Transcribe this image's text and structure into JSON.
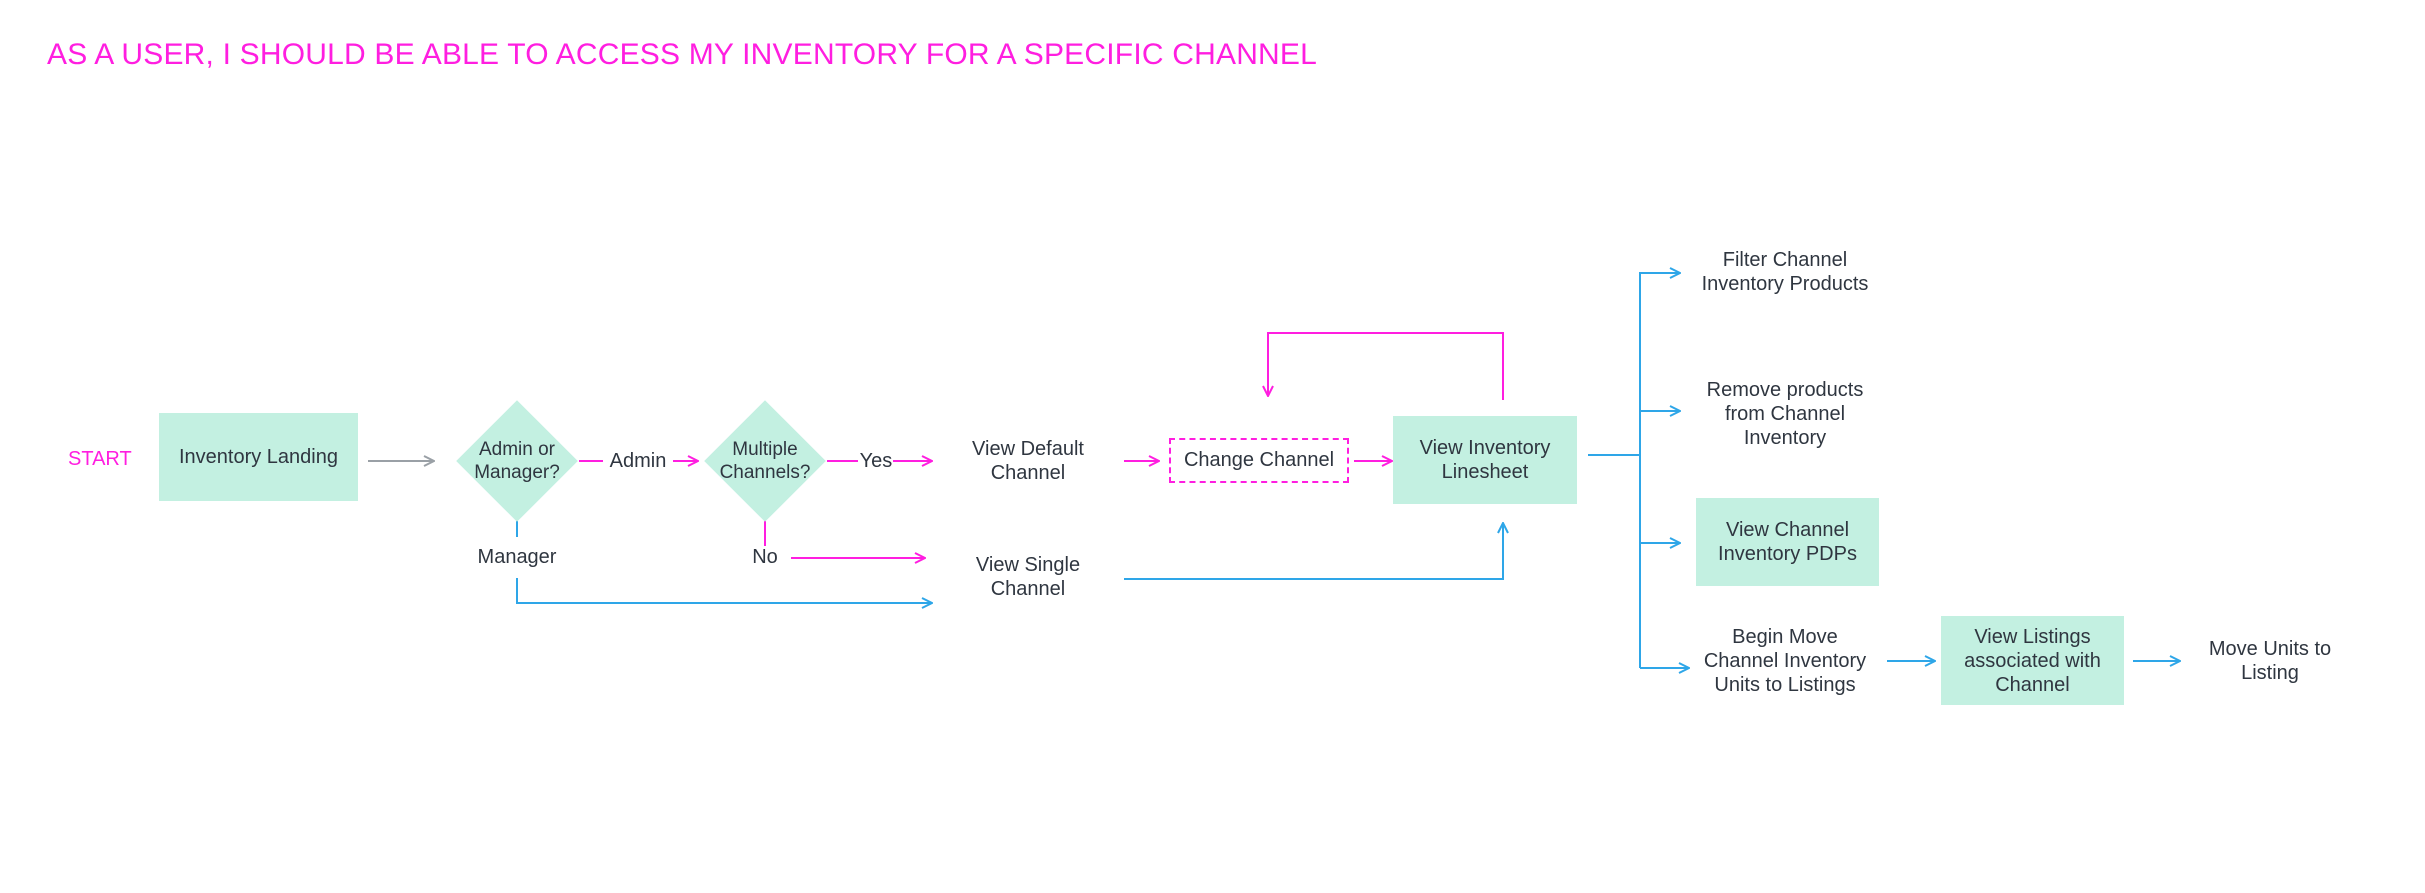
{
  "title": "AS A USER, I SHOULD BE ABLE TO ACCESS MY INVENTORY FOR A SPECIFIC CHANNEL",
  "nodes": {
    "start": "START",
    "inventory_landing": "Inventory Landing",
    "admin_or_manager": "Admin or\nManager?",
    "multiple_channels": "Multiple\nChannels?",
    "view_default_channel": "View Default\nChannel",
    "view_single_channel": "View Single\nChannel",
    "change_channel": "Change Channel",
    "view_inventory_linesheet": "View Inventory\nLinesheet",
    "filter_channel_inventory": "Filter Channel\nInventory Products",
    "remove_products": "Remove products\nfrom Channel\nInventory",
    "view_channel_pdps": "View Channel\nInventory PDPs",
    "begin_move": "Begin Move\nChannel Inventory\nUnits to Listings",
    "view_listings": "View Listings\nassociated with\nChannel",
    "move_units": "Move Units to\nListing"
  },
  "edge_labels": {
    "admin": "Admin",
    "manager": "Manager",
    "yes": "Yes",
    "no": "No"
  },
  "colors": {
    "magenta": "#ff1ee0",
    "blue": "#2ea6e8",
    "gray": "#9aa0a6",
    "box_fill": "#c3f0e1",
    "text": "#2f3640"
  }
}
